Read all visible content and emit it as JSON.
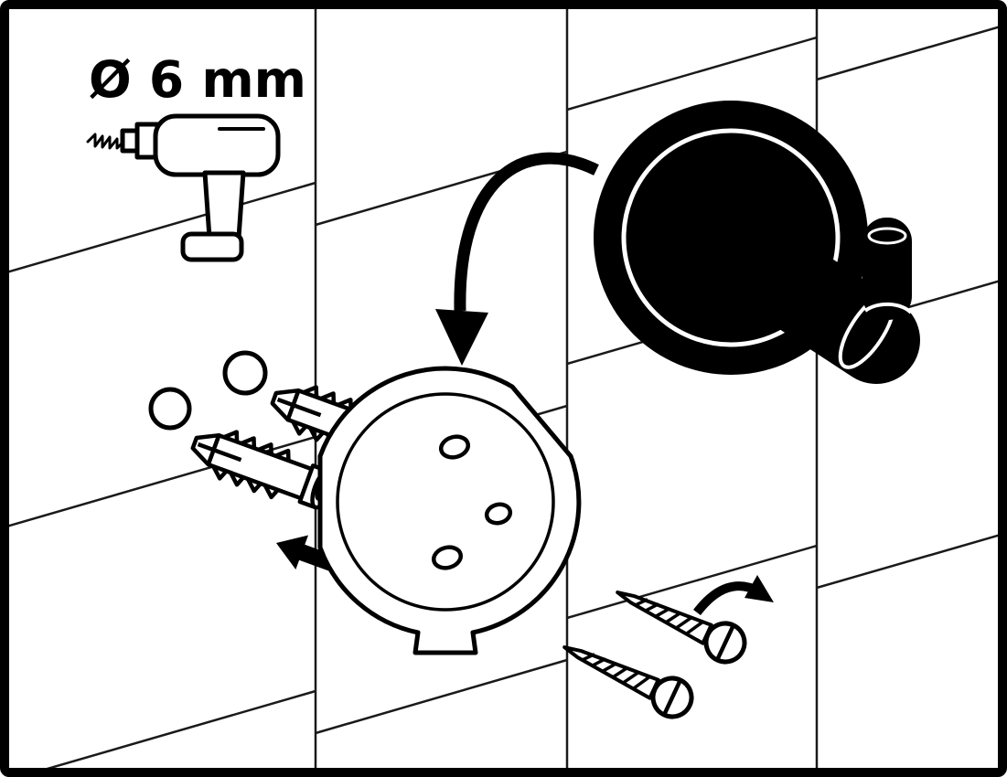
{
  "annotations": {
    "drill_label": "Ø 6 mm",
    "drill_diameter_mm": 6
  },
  "colors": {
    "ink": "#000000",
    "paper": "#ffffff"
  },
  "icons": [
    "tile-grid",
    "drill-icon",
    "drill-hole-icon",
    "wall-plug-icon",
    "insert-arrow-icon",
    "mounting-plate-icon",
    "plate-screw-hole-icon",
    "place-arrow-icon",
    "wall-hook-icon",
    "screw-icon",
    "screw-turn-arrow-icon"
  ]
}
